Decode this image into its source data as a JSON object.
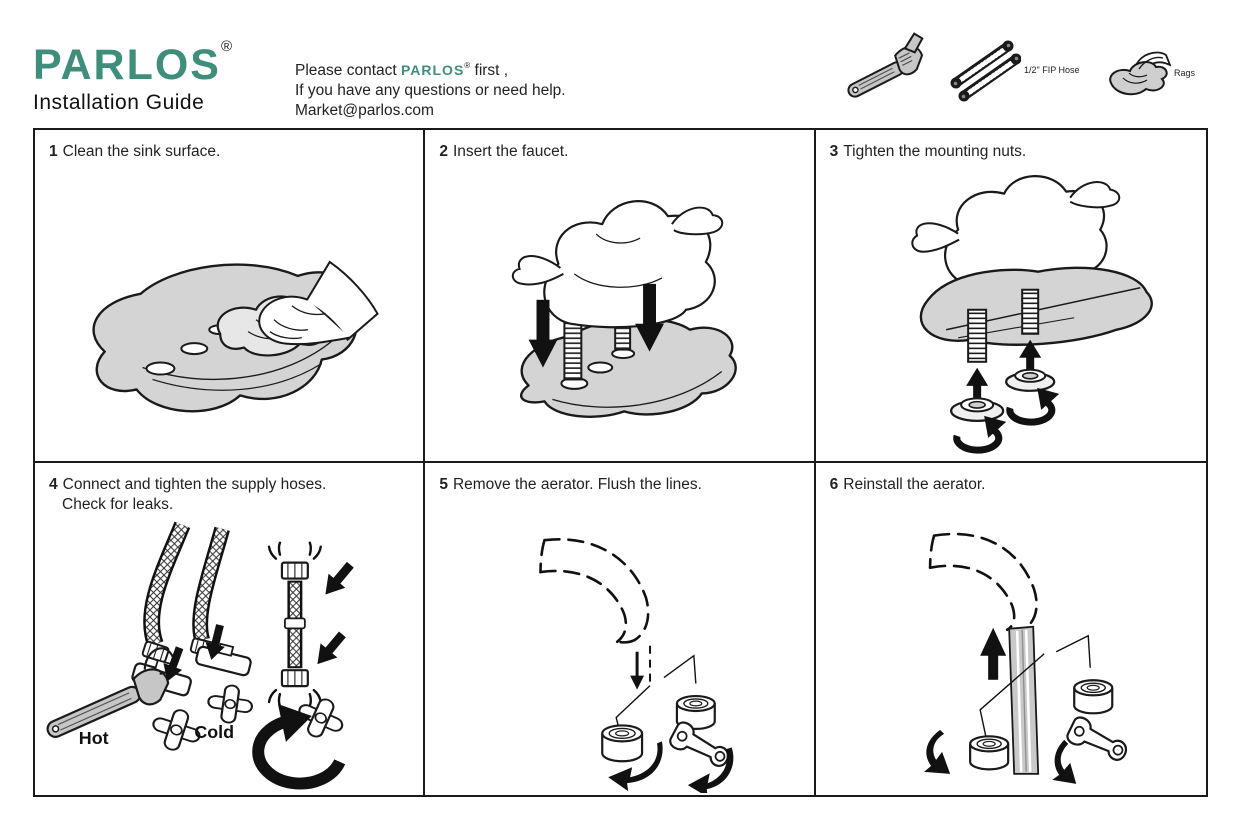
{
  "header": {
    "logo": "PARLOS",
    "registered": "®",
    "subtitle": "Installation Guide",
    "contact": {
      "line1_prefix": "Please contact ",
      "line1_brand": "PARLOS",
      "line1_reg": "®",
      "line1_suffix": " first ,",
      "line2": "If you have any questions or need help.",
      "line3": "Market@parlos.com"
    },
    "tools": {
      "wrench": {
        "icon": "adjustable-wrench"
      },
      "hose": {
        "icon": "supply-hoses",
        "label": "1/2\" FIP Hose"
      },
      "rags": {
        "icon": "rags",
        "label": "Rags"
      }
    }
  },
  "steps": [
    {
      "number": "1",
      "text": "Clean the sink surface."
    },
    {
      "number": "2",
      "text": "Insert the faucet."
    },
    {
      "number": "3",
      "text": "Tighten the mounting nuts."
    },
    {
      "number": "4",
      "text": "Connect and tighten the supply hoses.",
      "text_line2": "Check for leaks."
    },
    {
      "number": "5",
      "text": "Remove the aerator. Flush the lines."
    },
    {
      "number": "6",
      "text": "Reinstall the aerator."
    }
  ],
  "illustrations": {
    "hot_label": "Hot",
    "cold_label": "Cold"
  },
  "colors": {
    "brand_green": "#3F8E7B",
    "ink": "#1a1a1a",
    "panel_gray": "#d4d4d4"
  }
}
